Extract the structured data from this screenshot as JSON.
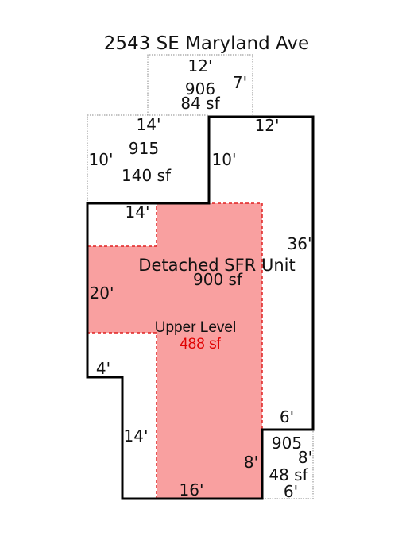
{
  "title": "2543 SE Maryland Ave",
  "colors": {
    "main_outline": "#000000",
    "annex_outline": "#888888",
    "upper_fill": "#f9a0a0",
    "upper_outline": "#e02020",
    "upper_area_text": "#e00000",
    "text": "#111111"
  },
  "areas": {
    "top_annex": {
      "id": "906",
      "area": "84 sf",
      "dims": [
        "12'",
        "7'"
      ]
    },
    "left_annex": {
      "id": "915",
      "area": "140 sf",
      "dims": [
        "14'",
        "10'"
      ]
    },
    "right_annex": {
      "id": "905",
      "area": "48 sf",
      "dims": [
        "6'",
        "8'"
      ]
    },
    "main_unit": {
      "name": "Detached SFR Unit",
      "area": "900 sf"
    },
    "upper_level": {
      "name": "Upper Level",
      "area": "488 sf"
    }
  },
  "dimensions": {
    "main_top": "12'",
    "main_upper_left": "10'",
    "main_right": "36'",
    "main_left_top": "14'",
    "main_left": "20'",
    "main_notch": "4'",
    "main_lower_left": "14'",
    "main_bottom": "16'",
    "main_right_bottom": "6'",
    "main_right_lower": "8'"
  }
}
